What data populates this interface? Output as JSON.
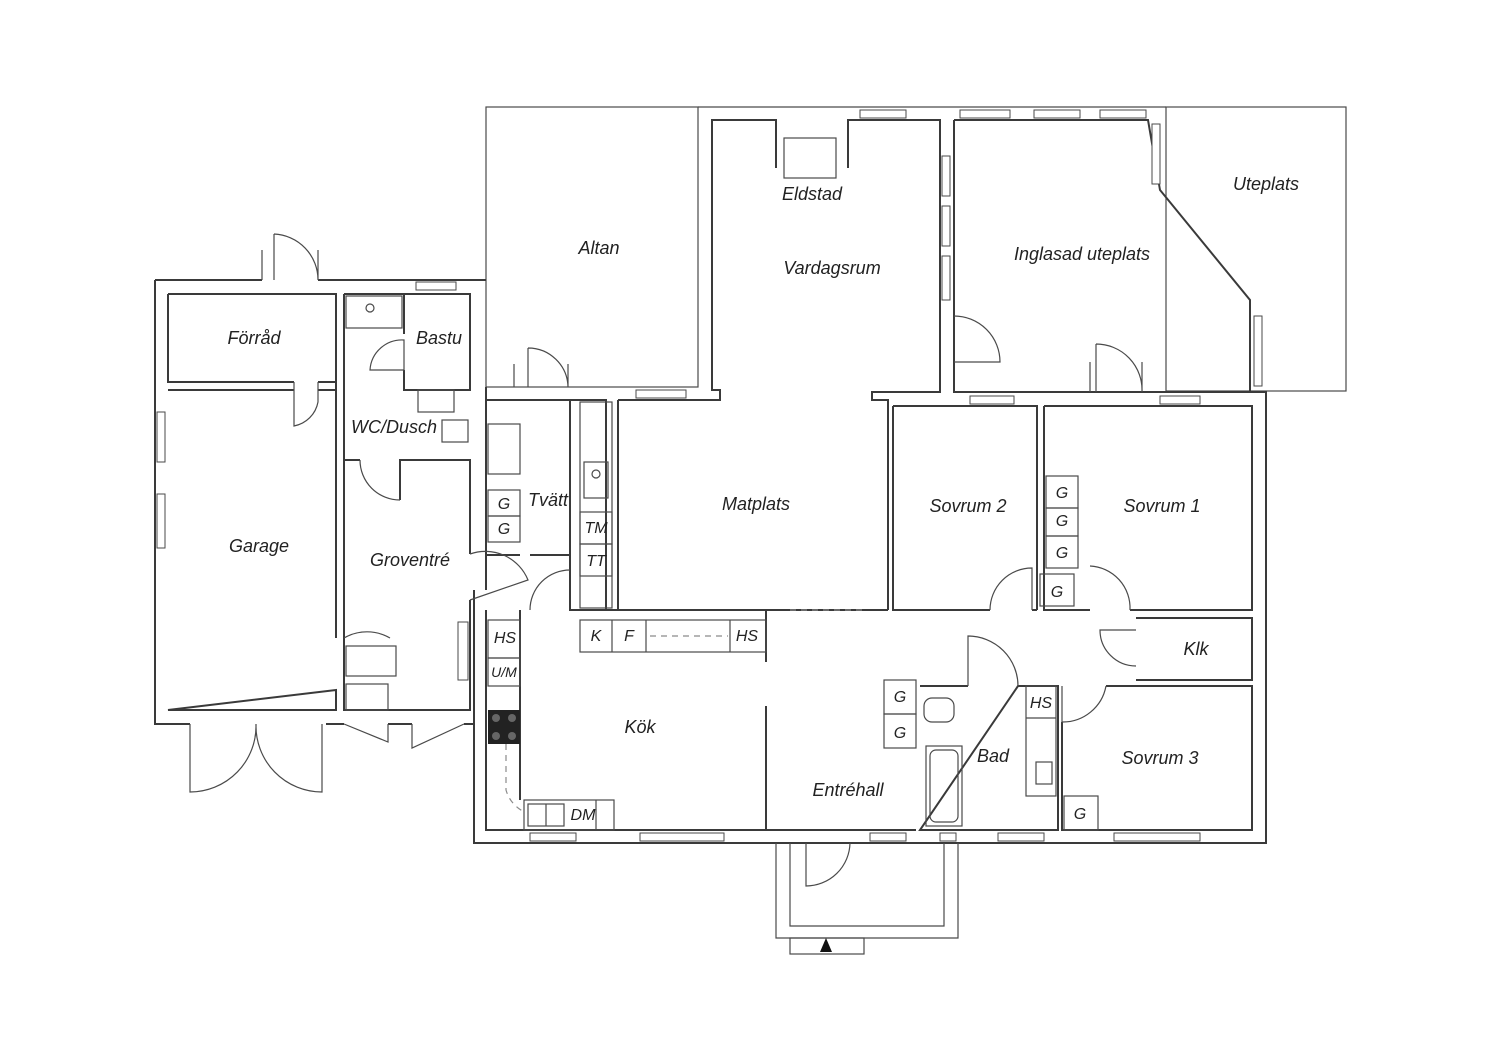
{
  "rooms": {
    "forrad": "Förråd",
    "bastu": "Bastu",
    "wc_dusch": "WC/Dusch",
    "garage": "Garage",
    "groventre": "Groventré",
    "altan": "Altan",
    "tvatt": "Tvätt",
    "eldstad": "Eldstad",
    "vardagsrum": "Vardagsrum",
    "matplats": "Matplats",
    "inglasad_uteplats": "Inglasad uteplats",
    "uteplats": "Uteplats",
    "sovrum_2": "Sovrum 2",
    "sovrum_1": "Sovrum 1",
    "klk": "Klk",
    "sovrum_3": "Sovrum 3",
    "kok": "Kök",
    "entrehall": "Entréhall",
    "bad": "Bad"
  },
  "fixtures": {
    "g": "G",
    "tm": "TM",
    "tt": "TT",
    "hs": "HS",
    "um": "U/M",
    "k": "K",
    "f": "F",
    "dm": "DM"
  },
  "colors": {
    "wall": "#3a3a3a",
    "background": "#ffffff"
  }
}
